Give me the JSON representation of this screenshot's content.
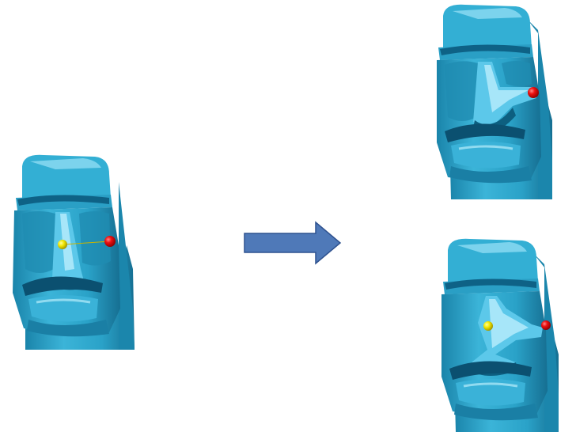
{
  "colors": {
    "background": "#ffffff",
    "statue_base": "#2ea8cc",
    "statue_light": "#6fd0ee",
    "statue_highlight": "#d8f6ff",
    "statue_shadow": "#14789c",
    "statue_dark": "#0b5a78",
    "handle_source": "#f2e600",
    "handle_target": "#e00000",
    "arrow_fill": "#4f79b8",
    "arrow_stroke": "#2f528f"
  },
  "panels": [
    {
      "name": "original-statue",
      "handles": [
        "yellow",
        "red"
      ]
    },
    {
      "name": "deformed-statue-nose-pulled",
      "handles": [
        "red"
      ]
    },
    {
      "name": "deformed-statue-nose-zigzag",
      "handles": [
        "yellow",
        "red"
      ]
    }
  ],
  "arrow": {
    "direction": "right",
    "icon": "right-arrow-icon"
  }
}
